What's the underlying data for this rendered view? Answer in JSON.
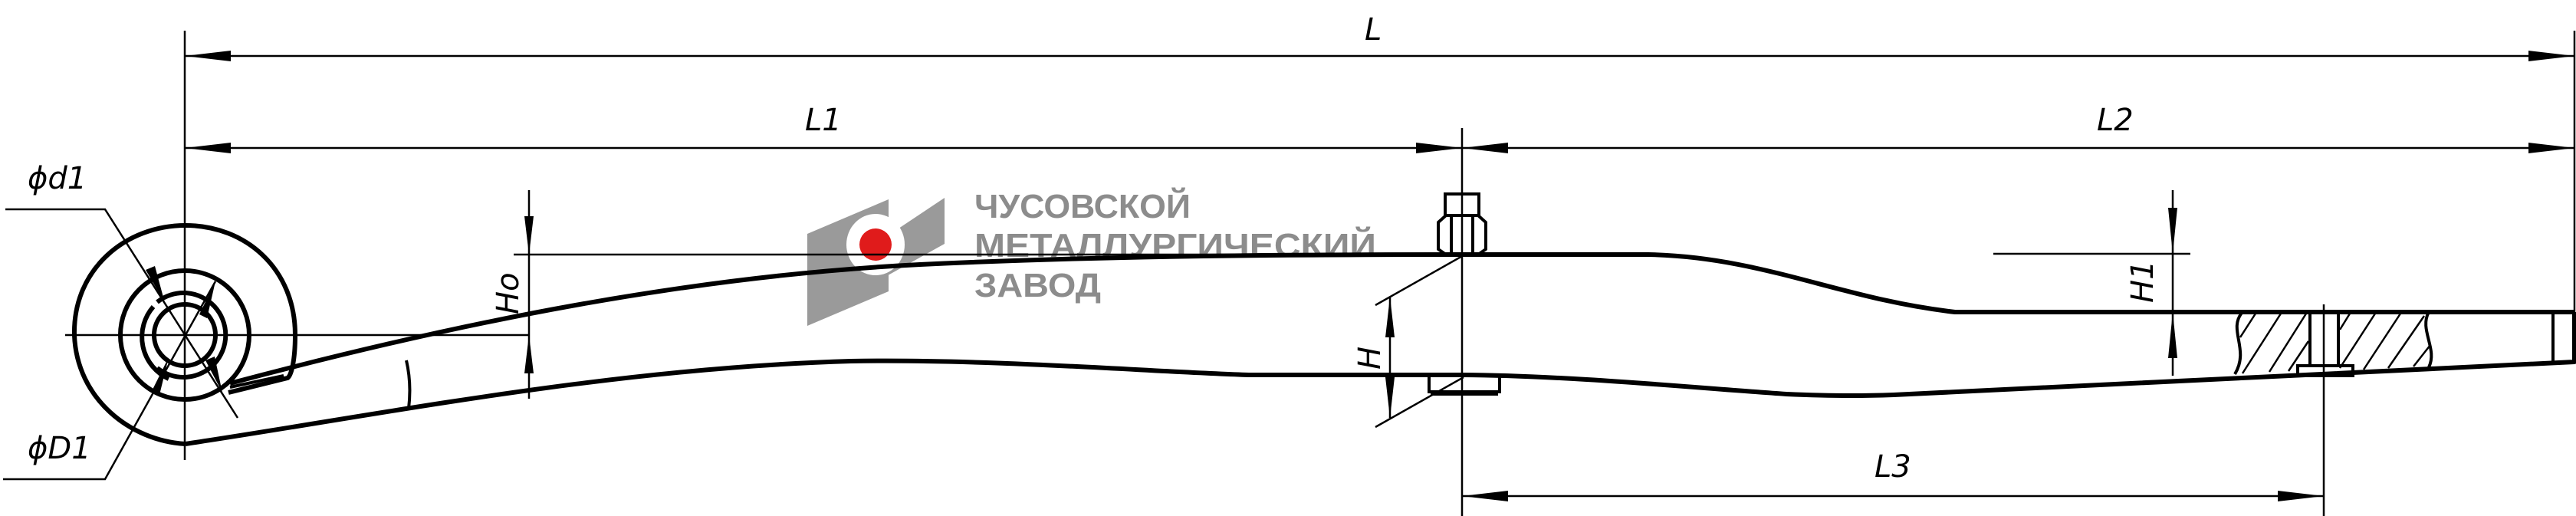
{
  "dimensions": {
    "L": "L",
    "L1": "L1",
    "L2": "L2",
    "L3": "L3",
    "Ho": "Ho",
    "H": "H",
    "H1": "H1",
    "d1": "ϕd1",
    "D1": "ϕD1"
  },
  "logo": {
    "line1": "ЧУСОВСКОЙ",
    "line2": "МЕТАЛЛУРГИЧЕСКИЙ",
    "line3": "ЗАВОД",
    "text_color": "#8c8c8c",
    "mark_gray": "#9a9a9a",
    "mark_red": "#e01b1b"
  }
}
